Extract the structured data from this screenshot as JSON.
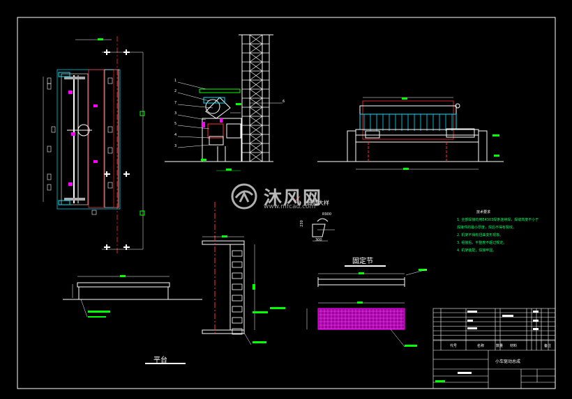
{
  "drawing": {
    "section_labels": {
      "fixed_section": "固定节",
      "platform": "平台",
      "small_label": "局部大样"
    },
    "notes": {
      "title": "技术要求",
      "items": [
        "1. 全部焊接均用E4303焊条连续焊，焊缝高度不小于",
        "   焊接件的最小厚度，焊后不得有裂纹。",
        "2. 机架不得有扭曲变形现象。",
        "3. 组装后，平整度不超过规定。",
        "4. 机架装配，焊接牢固。"
      ]
    },
    "callouts": [
      "1",
      "2",
      "7",
      "3",
      "5",
      "4",
      "3",
      "6"
    ],
    "dimensions": {
      "d_300": "300",
      "d_230": "230",
      "d_radius": "R900"
    },
    "title_block": {
      "header": [
        "代号",
        "名称",
        "数量",
        "材料",
        "备注"
      ],
      "drawing_title": "小车驱动总成"
    },
    "watermark": {
      "brand": "沐风网",
      "url": "www.mfcad.com"
    },
    "colors": {
      "background": "#000000",
      "frame": "#ffffff",
      "part_red": "#ff3333",
      "part_cyan": "#00e5ff",
      "part_magenta": "#ff00ff",
      "part_green": "#00ff66",
      "part_yellow": "#ffff00"
    }
  }
}
